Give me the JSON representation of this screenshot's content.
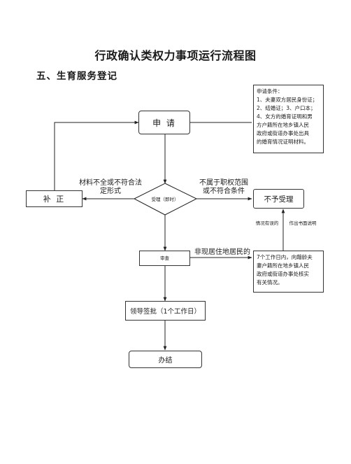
{
  "title": "行政确认类权力事项运行流程图",
  "section": "五、生育服务登记",
  "nodes": {
    "apply": "申 请",
    "accept": "受理（即时）",
    "supplement": "补 正",
    "reject": "不予受理",
    "review": "审查",
    "approve": "领导签批（1个工作日）",
    "done": "办结"
  },
  "notes": {
    "conditions": [
      "申请条件：",
      "1、夫妻双方居民身份证；",
      "2、结婚证；3、户口本；",
      "4、女方的婚育证明和男",
      "方户籍所在地乡镇人民",
      "政府或街道办事处出具",
      "的婚育情况证明材料。"
    ],
    "verify": [
      "7个工作日内，向藉龄夫",
      "妻户籍所在地乡镇人民",
      "政府或街道办事处核实",
      "有关情况。"
    ]
  },
  "edges": {
    "incomplete": [
      "材料不全或不符合法",
      "定形式"
    ],
    "out_of_scope": [
      "不属于职权范围",
      "或不符合条件"
    ],
    "non_resident": "非现居住地居民的",
    "situation_unclear": "情况有误的",
    "written_notice": "作出书面说明"
  }
}
